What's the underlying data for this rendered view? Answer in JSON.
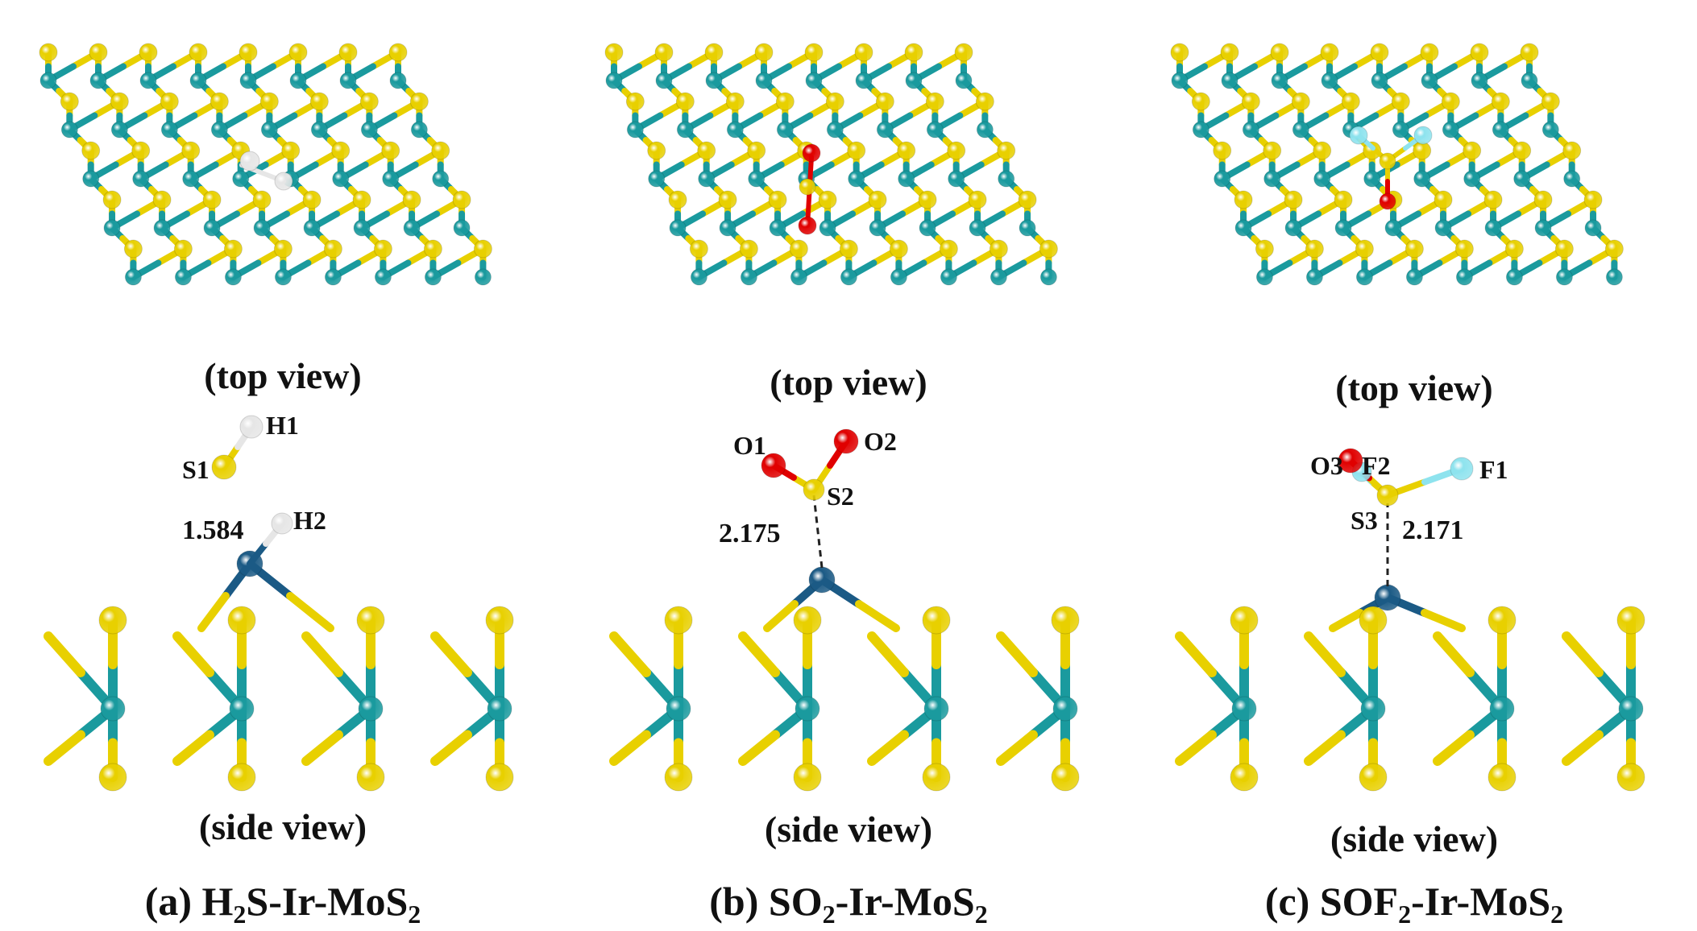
{
  "panels": [
    {
      "id": "a",
      "top_label": "(top view)",
      "side_label": "(side view)",
      "caption": {
        "prefix": "(a) H",
        "sub1": "2",
        "mid": "S-Ir-MoS",
        "sub2": "2"
      },
      "atom_labels": [
        "H1",
        "S1",
        "H2"
      ],
      "distance": "1.584"
    },
    {
      "id": "b",
      "top_label": "(top view)",
      "side_label": "(side view)",
      "caption": {
        "prefix": "(b) SO",
        "sub1": "2",
        "mid": "-Ir-MoS",
        "sub2": "2"
      },
      "atom_labels": [
        "O1",
        "O2",
        "S2"
      ],
      "distance": "2.175"
    },
    {
      "id": "c",
      "top_label": "(top view)",
      "side_label": "(side view)",
      "caption": {
        "prefix": "(c) SOF",
        "sub1": "2",
        "mid": "-Ir-MoS",
        "sub2": "2"
      },
      "atom_labels": [
        "O3",
        "F2",
        "F1",
        "S3"
      ],
      "distance": "2.171"
    }
  ],
  "colors": {
    "sulfur": "#e8d000",
    "molybdenum": "#1a9a9e",
    "iridium": "#1b5a85",
    "hydrogen": "#e6e6e6",
    "oxygen": "#e00000",
    "fluorine": "#8ee3ee"
  }
}
